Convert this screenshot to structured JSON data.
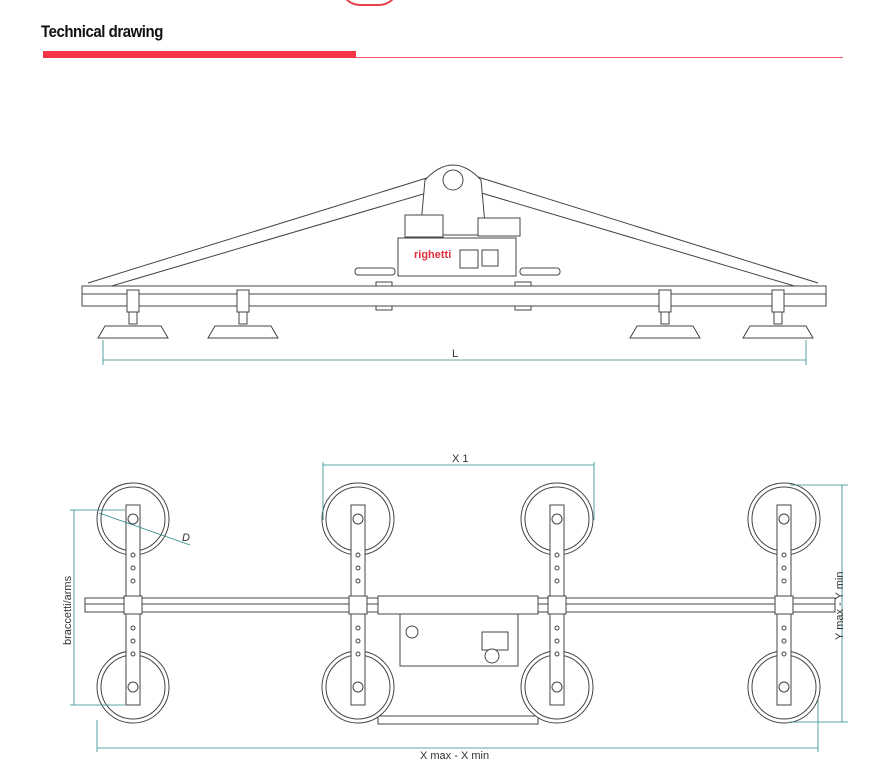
{
  "header": {
    "title": "Technical drawing"
  },
  "drawing": {
    "brand_logo": "righetti",
    "dimensions": {
      "length": "L",
      "x1": "X 1",
      "diameter": "D",
      "arms": "braccetti/arms",
      "y_range": "Y max - Y min",
      "x_range": "X max - X min"
    }
  }
}
